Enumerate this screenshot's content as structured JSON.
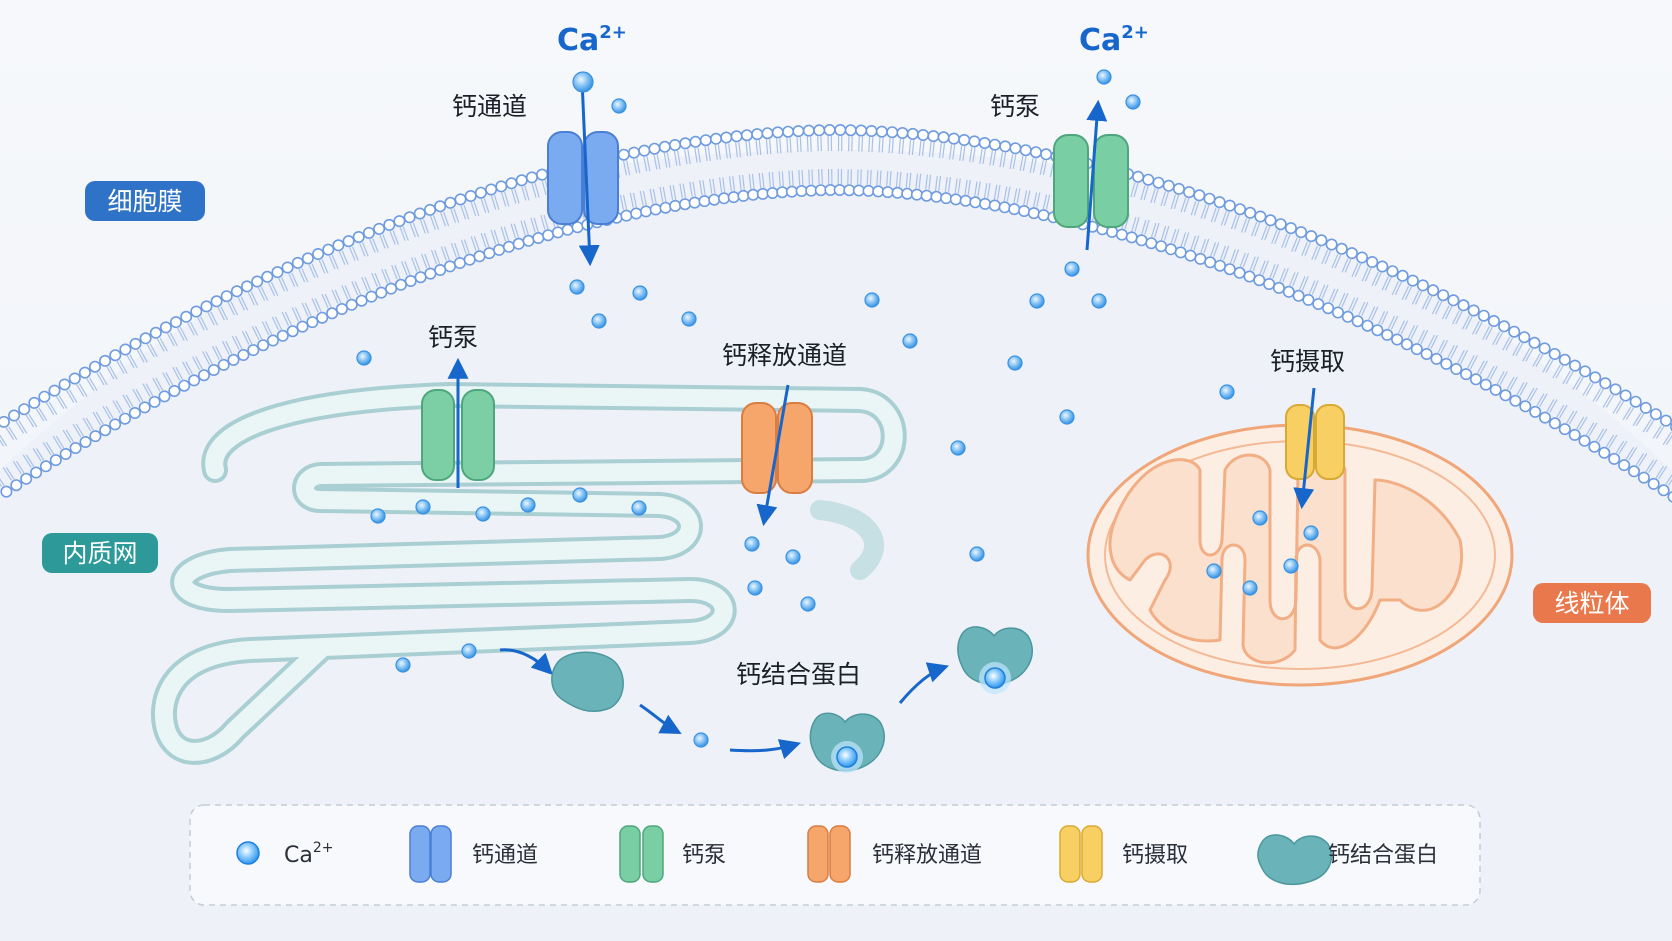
{
  "labels": {
    "ca": "Ca",
    "ca_sup": "2+",
    "cell_membrane": "细胞膜",
    "er": "内质网",
    "mitochondria": "线粒体",
    "channel_pm": "钙通道",
    "pump_pm": "钙泵",
    "pump_er": "钙泵",
    "release_channel": "钙释放通道",
    "uptake": "钙摄取",
    "binding_protein": "钙结合蛋白"
  },
  "legend": {
    "ca": "Ca",
    "ca_sup": "2+",
    "channel": "钙通道",
    "pump": "钙泵",
    "release": "钙释放通道",
    "uptake": "钙摄取",
    "binding": "钙结合蛋白"
  },
  "colors": {
    "background": "#f2f5f9",
    "membrane_blue": "#6f9be0",
    "arrow_blue": "#1766cc",
    "channel_blue": "#6c9fe6",
    "pump_green": "#6cc49a",
    "release_orange": "#f29a5e",
    "uptake_yellow": "#f3c653",
    "er_teal": "#9cc9cd",
    "mito_orange": "#f0a679",
    "protein_teal": "#5fadb5",
    "tag_membrane": "#2f73c8",
    "tag_er": "#2d9a99",
    "tag_mito": "#e9794c"
  }
}
